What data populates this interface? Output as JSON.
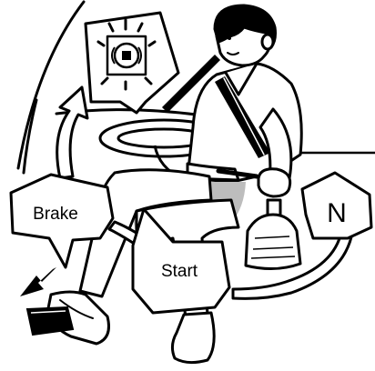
{
  "labels": {
    "brake": "Brake",
    "start": "Start",
    "gear": "N"
  },
  "icons": {
    "warning_lamp": "brake-hold-indicator-icon"
  },
  "colors": {
    "ink": "#000000",
    "paper": "#ffffff",
    "shade": "#bdbdbd"
  }
}
